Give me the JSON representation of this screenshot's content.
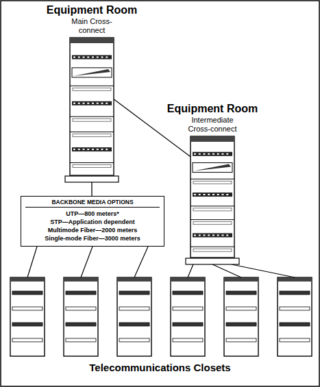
{
  "diagram": {
    "nodes": [
      {
        "text": [
          "Equipment Room",
          "Main Cross-connect"
        ]
      },
      {
        "text": [
          "Equipment Room",
          "Intermediate Cross-connect"
        ]
      },
      {
        "text": [
          "BACKBONE MEDIA OPTIONS",
          "UTP—800 meters*",
          "STP—Application dependent",
          "Multimode Fiber—2000 meters",
          "Single-mode Fiber—3000 meters"
        ]
      }
    ],
    "edges": [
      {
        "from": 0,
        "to": 1,
        "arrow": "none"
      },
      {
        "from": 0,
        "to": 2,
        "arrow": "none"
      }
    ],
    "labels": [
      "Telecommunications Closets"
    ]
  }
}
